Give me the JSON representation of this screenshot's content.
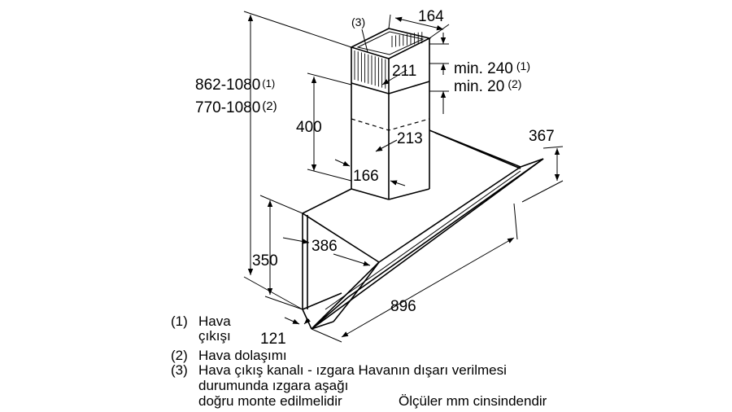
{
  "dimensions": {
    "height_range_1": "862-1080",
    "height_range_1_ref": "(1)",
    "height_range_2": "770-1080",
    "height_range_2_ref": "(2)",
    "chimney_width": "164",
    "chimney_depth_upper": "211",
    "chimney_depth_lower": "213",
    "chimney_width_lower": "166",
    "chimney_height_lower": "400",
    "min_1": "min. 240",
    "min_1_ref": "(1)",
    "min_2": "min. 20",
    "min_2_ref": "(2)",
    "glass_height": "367",
    "body_height": "350",
    "body_depth": "386",
    "total_width": "896",
    "bottom_depth": "121",
    "grille_callout": "(3)"
  },
  "legend": {
    "item1_num": "(1)",
    "item1_line1": "Hava",
    "item1_line2": "çıkışı",
    "item2_num": "(2)",
    "item2_text": "Hava dolaşımı",
    "item3_num": "(3)",
    "item3_line1": "Hava çıkış kanalı - ızgara Havanın dışarı verilmesi",
    "item3_line2": "durumunda ızgara aşağı",
    "item3_line3": "doğru monte edilmelidir",
    "units_note": "Ölçüler mm cinsindendir"
  }
}
